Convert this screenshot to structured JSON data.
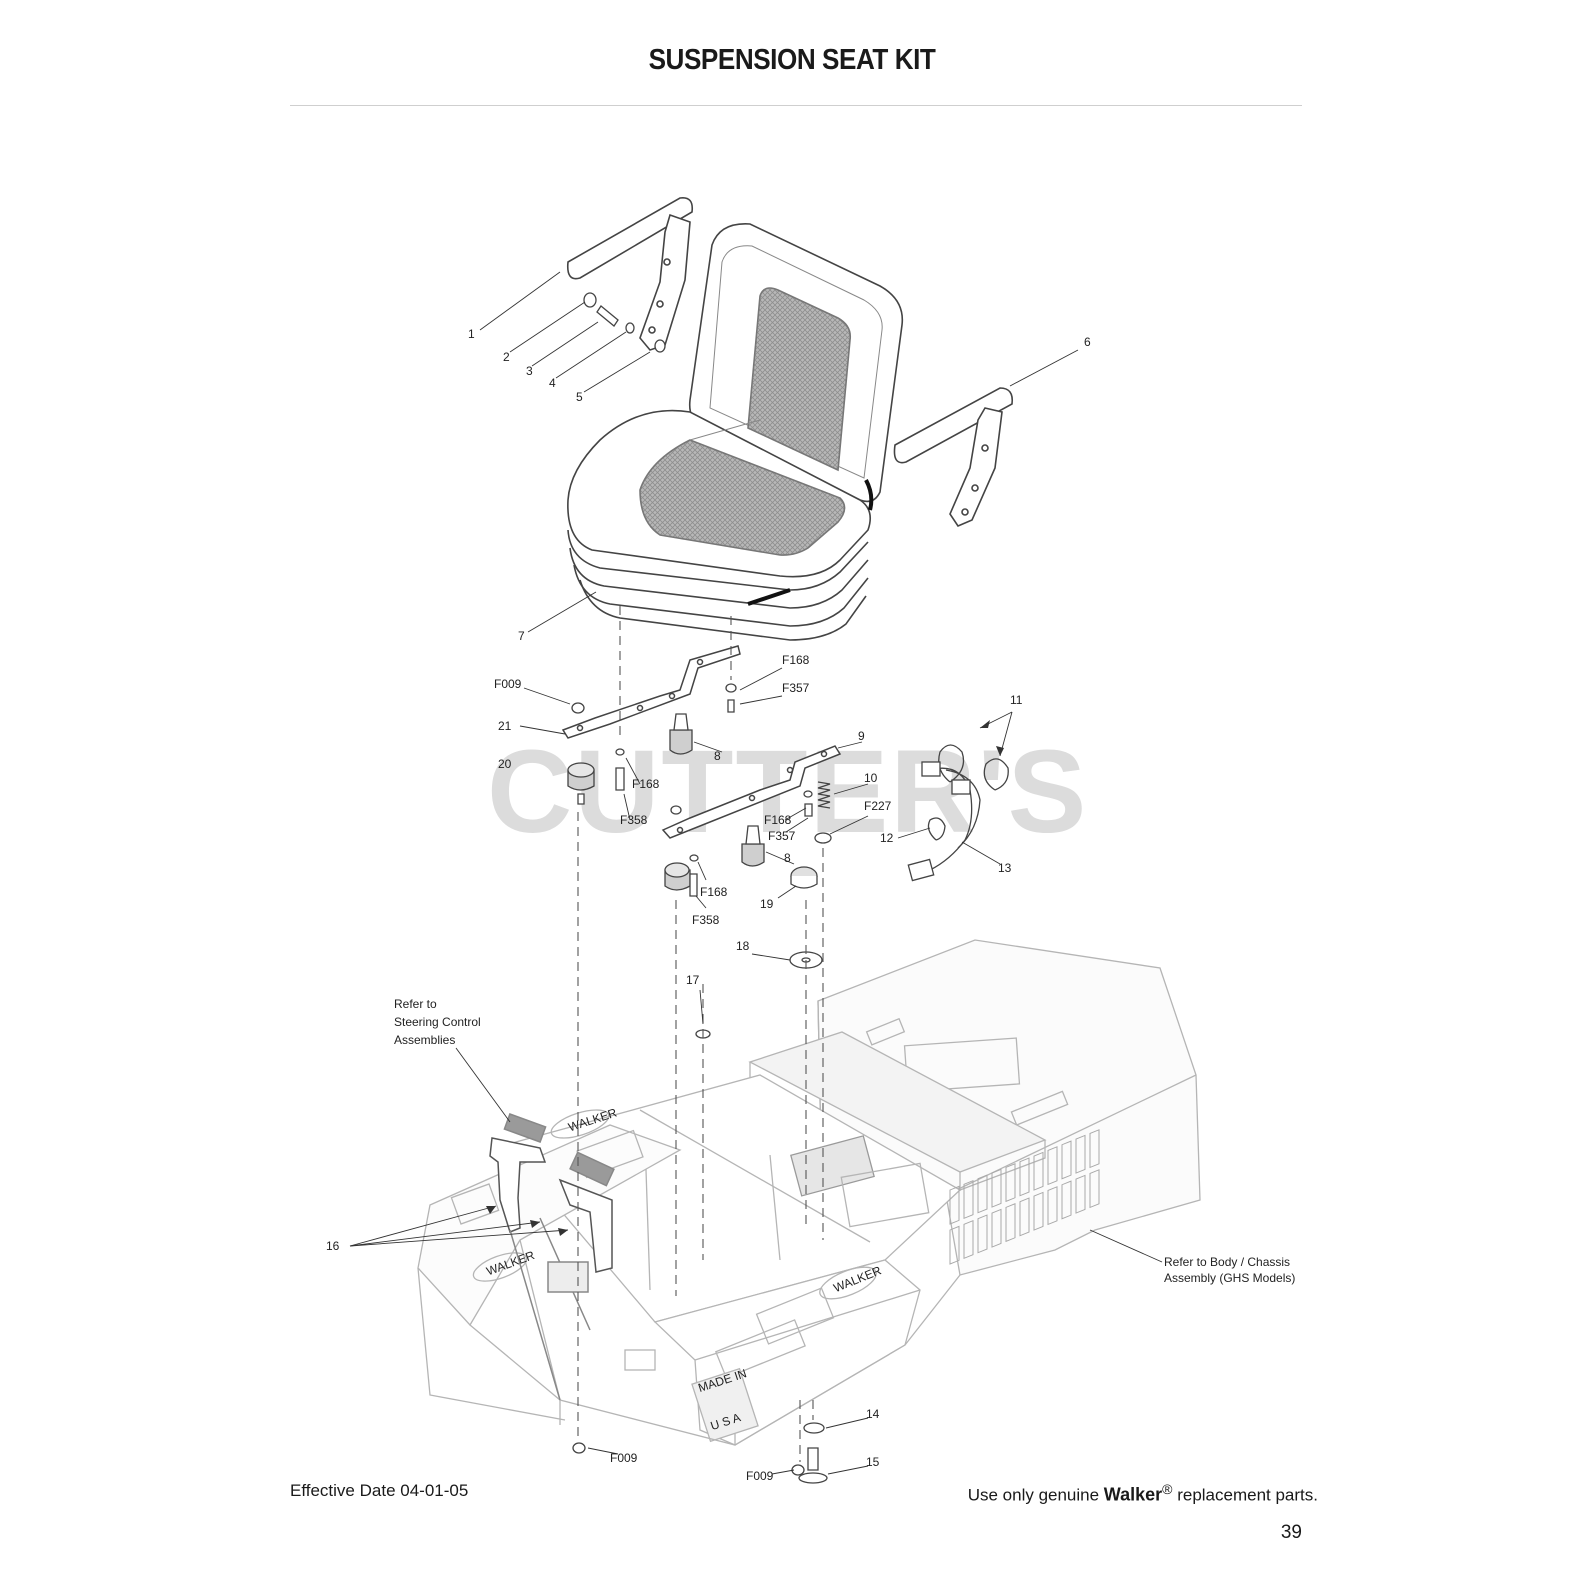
{
  "title": "SUSPENSION SEAT KIT",
  "watermark": "CUTTER'S",
  "footer": {
    "effective_date": "Effective Date 04-01-05",
    "genuine_prefix": "Use only genuine ",
    "brand": "Walker",
    "registered": "®",
    "genuine_suffix": " replacement parts."
  },
  "page_number": "39",
  "callouts": {
    "c1": "1",
    "c2": "2",
    "c3": "3",
    "c4": "4",
    "c5": "5",
    "c6": "6",
    "c7": "7",
    "c8a": "8",
    "c8b": "8",
    "c9": "9",
    "c10": "10",
    "c11": "11",
    "c12": "12",
    "c13": "13",
    "c14": "14",
    "c15": "15",
    "c16": "16",
    "c17": "17",
    "c18": "18",
    "c19": "19",
    "c20": "20",
    "c21": "21",
    "f009a": "F009",
    "f009b": "F009",
    "f009c": "F009",
    "f168a": "F168",
    "f168b": "F168",
    "f168c": "F168",
    "f168d": "F168",
    "f357a": "F357",
    "f357b": "F357",
    "f358a": "F358",
    "f358b": "F358",
    "f227": "F227"
  },
  "notes": {
    "steering": [
      "Refer to",
      "Steering Control",
      "Assemblies"
    ],
    "body": [
      "Refer to Body / Chassis",
      "Assembly (GHS Models)"
    ]
  },
  "decal_text": {
    "walker": "WALKER",
    "made_in": "MADE IN",
    "usa": "U S A"
  }
}
